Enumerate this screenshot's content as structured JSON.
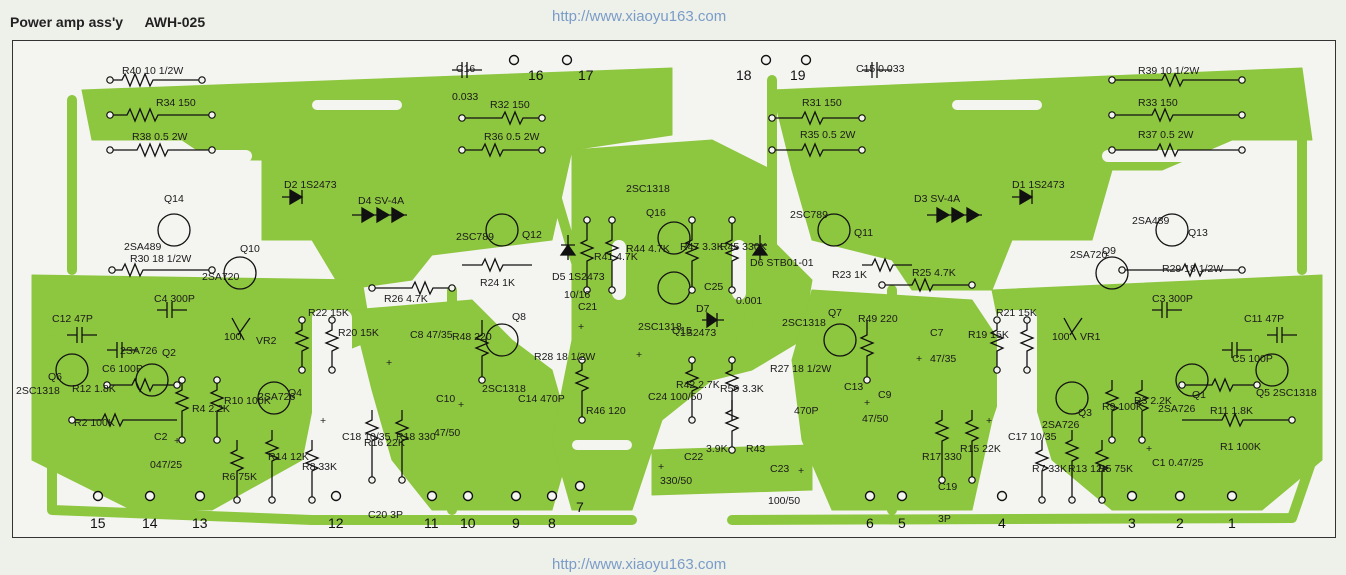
{
  "header": {
    "title": "Power amp ass'y",
    "code": "AWH-025"
  },
  "watermarks": {
    "top": "http://www.xiaoyu163.com",
    "bottom": "http://www.xiaoyu163.com"
  },
  "colors": {
    "copper": "#8dc63f",
    "board": "#f4f5f1",
    "ink": "#1a1a1a"
  },
  "components": [
    {
      "id": "r40",
      "text": "R40 10 1/2W"
    },
    {
      "id": "c16",
      "text": "C16"
    },
    {
      "id": "c16v",
      "text": "0.033"
    },
    {
      "id": "r34",
      "text": "R34 150"
    },
    {
      "id": "r38",
      "text": "R38 0.5 2W"
    },
    {
      "id": "r32",
      "text": "R32 150"
    },
    {
      "id": "r36",
      "text": "R36 0.5 2W"
    },
    {
      "id": "d2",
      "text": "D2 1S2473"
    },
    {
      "id": "d4",
      "text": "D4 SV-4A"
    },
    {
      "id": "q14",
      "text": "Q14"
    },
    {
      "id": "q14t",
      "text": "2SA489"
    },
    {
      "id": "q10",
      "text": "Q10"
    },
    {
      "id": "q10t",
      "text": "2SA720"
    },
    {
      "id": "q12t",
      "text": "2SC789"
    },
    {
      "id": "q12",
      "text": "Q12"
    },
    {
      "id": "r30",
      "text": "R30 18 1/2W"
    },
    {
      "id": "c4",
      "text": "C4 300P"
    },
    {
      "id": "c12",
      "text": "C12 47P"
    },
    {
      "id": "c6",
      "text": "C6 100P"
    },
    {
      "id": "q2t",
      "text": "2SA726"
    },
    {
      "id": "q2",
      "text": "Q2"
    },
    {
      "id": "q6",
      "text": "Q6"
    },
    {
      "id": "q6t",
      "text": "2SC1318"
    },
    {
      "id": "vr2",
      "text": "VR2"
    },
    {
      "id": "vr2v",
      "text": "100"
    },
    {
      "id": "r26",
      "text": "R26 4.7K"
    },
    {
      "id": "r24",
      "text": "R24 1K"
    },
    {
      "id": "r22",
      "text": "R22 15K"
    },
    {
      "id": "r20",
      "text": "R20 15K"
    },
    {
      "id": "c8",
      "text": "C8 47/35"
    },
    {
      "id": "r12",
      "text": "R12 1.8K"
    },
    {
      "id": "r4",
      "text": "R4 2.2K"
    },
    {
      "id": "r10",
      "text": "R10 100K"
    },
    {
      "id": "q4t",
      "text": "2SA726"
    },
    {
      "id": "q4",
      "text": "Q4"
    },
    {
      "id": "r2",
      "text": "R2 100K"
    },
    {
      "id": "c2",
      "text": "C2"
    },
    {
      "id": "c2v",
      "text": "047/25"
    },
    {
      "id": "r6",
      "text": "R6 75K"
    },
    {
      "id": "r14",
      "text": "R14 12K"
    },
    {
      "id": "r8",
      "text": "R8 33K"
    },
    {
      "id": "c18",
      "text": "C18 10/35"
    },
    {
      "id": "r16",
      "text": "R16 22K"
    },
    {
      "id": "r18",
      "text": "R18 330"
    },
    {
      "id": "c20",
      "text": "C20 3P"
    },
    {
      "id": "r48",
      "text": "R48 220"
    },
    {
      "id": "q8",
      "text": "Q8"
    },
    {
      "id": "q8t",
      "text": "2SC1318"
    },
    {
      "id": "c10",
      "text": "C10"
    },
    {
      "id": "c10v",
      "text": "47/50"
    },
    {
      "id": "c14",
      "text": "C14 470P"
    },
    {
      "id": "r28",
      "text": "R28 18 1/2W"
    },
    {
      "id": "d5",
      "text": "D5 1S2473"
    },
    {
      "id": "c21",
      "text": "C21"
    },
    {
      "id": "c21v",
      "text": "10/16"
    },
    {
      "id": "r41",
      "text": "R41 4.7K"
    },
    {
      "id": "r44",
      "text": "R44 4.7K"
    },
    {
      "id": "q16t",
      "text": "2SC1318"
    },
    {
      "id": "q16",
      "text": "Q16"
    },
    {
      "id": "r47",
      "text": "R47 3.3K"
    },
    {
      "id": "r45",
      "text": "R45 330K"
    },
    {
      "id": "d6",
      "text": "D6 STB01-01"
    },
    {
      "id": "q15t",
      "text": "2SC1318"
    },
    {
      "id": "q15",
      "text": "Q15"
    },
    {
      "id": "d7",
      "text": "D7"
    },
    {
      "id": "d7t",
      "text": "1S2473"
    },
    {
      "id": "c25",
      "text": "C25"
    },
    {
      "id": "c25v",
      "text": "0.001"
    },
    {
      "id": "c24",
      "text": "C24 100/50"
    },
    {
      "id": "r46",
      "text": "R46 120"
    },
    {
      "id": "r42",
      "text": "R42 2.7K"
    },
    {
      "id": "r50",
      "text": "R50 3.3K"
    },
    {
      "id": "r43v",
      "text": "3.9K"
    },
    {
      "id": "r43",
      "text": "R43"
    },
    {
      "id": "c22",
      "text": "C22"
    },
    {
      "id": "c22v",
      "text": "330/50"
    },
    {
      "id": "c23",
      "text": "C23"
    },
    {
      "id": "c23v",
      "text": "100/50"
    },
    {
      "id": "c15",
      "text": "C15 0.033"
    },
    {
      "id": "r31",
      "text": "R31 150"
    },
    {
      "id": "r35",
      "text": "R35 0.5 2W"
    },
    {
      "id": "r39",
      "text": "R39 10 1/2W"
    },
    {
      "id": "r33",
      "text": "R33 150"
    },
    {
      "id": "r37",
      "text": "R37 0.5 2W"
    },
    {
      "id": "d1",
      "text": "D1 1S2473"
    },
    {
      "id": "d3",
      "text": "D3 SV-4A"
    },
    {
      "id": "q11t",
      "text": "2SC789"
    },
    {
      "id": "q11",
      "text": "Q11"
    },
    {
      "id": "q13t",
      "text": "2SA489"
    },
    {
      "id": "q13",
      "text": "Q13"
    },
    {
      "id": "q9t",
      "text": "2SA720"
    },
    {
      "id": "q9",
      "text": "Q9"
    },
    {
      "id": "r23",
      "text": "R23 1K"
    },
    {
      "id": "r25",
      "text": "R25 4.7K"
    },
    {
      "id": "r29",
      "text": "R29 18 1/2W"
    },
    {
      "id": "q7t",
      "text": "2SC1318"
    },
    {
      "id": "q7",
      "text": "Q7"
    },
    {
      "id": "r49",
      "text": "R49 220"
    },
    {
      "id": "r27",
      "text": "R27 18 1/2W"
    },
    {
      "id": "c13",
      "text": "C13"
    },
    {
      "id": "c13v",
      "text": "470P"
    },
    {
      "id": "r21",
      "text": "R21 15K"
    },
    {
      "id": "r19",
      "text": "R19 15K"
    },
    {
      "id": "c7",
      "text": "C7"
    },
    {
      "id": "c7v",
      "text": "47/35"
    },
    {
      "id": "vr1",
      "text": "VR1"
    },
    {
      "id": "vr1v",
      "text": "100"
    },
    {
      "id": "c3",
      "text": "C3 300P"
    },
    {
      "id": "c11",
      "text": "C11 47P"
    },
    {
      "id": "c5",
      "text": "C5 100P"
    },
    {
      "id": "c9",
      "text": "C9"
    },
    {
      "id": "c9v",
      "text": "47/50"
    },
    {
      "id": "q3t",
      "text": "2SA726"
    },
    {
      "id": "q3",
      "text": "Q3"
    },
    {
      "id": "r9",
      "text": "R9 100K"
    },
    {
      "id": "r3",
      "text": "R3 2.2K"
    },
    {
      "id": "q1t",
      "text": "2SA726"
    },
    {
      "id": "q1",
      "text": "Q1"
    },
    {
      "id": "q5",
      "text": "Q5 2SC1318"
    },
    {
      "id": "r11",
      "text": "R11 1.8K"
    },
    {
      "id": "r1",
      "text": "R1 100K"
    },
    {
      "id": "c1",
      "text": "C1 0.47/25"
    },
    {
      "id": "r17",
      "text": "R17 330"
    },
    {
      "id": "r15",
      "text": "R15 22K"
    },
    {
      "id": "c17",
      "text": "C17 10/35"
    },
    {
      "id": "r7",
      "text": "R7 33K"
    },
    {
      "id": "r13",
      "text": "R13 12K"
    },
    {
      "id": "r5",
      "text": "R5 75K"
    },
    {
      "id": "c19",
      "text": "C19"
    },
    {
      "id": "c19v",
      "text": "3P"
    }
  ],
  "terminals": [
    "1",
    "2",
    "3",
    "4",
    "5",
    "6",
    "7",
    "8",
    "9",
    "10",
    "11",
    "12",
    "13",
    "14",
    "15",
    "16",
    "17",
    "18",
    "19"
  ],
  "polarity_mark": "+"
}
